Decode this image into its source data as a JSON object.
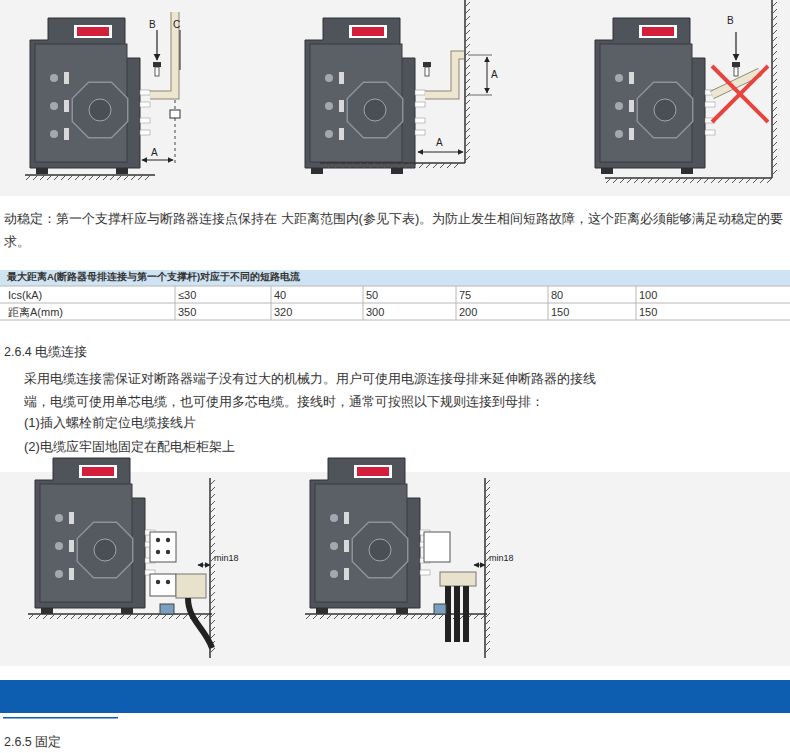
{
  "diagram": {
    "labels": [
      "B",
      "C",
      "A",
      "A",
      "A",
      "B",
      "动稳定：第一个支撑杆应与断路器连接点保持在 大距离范围内(参见下表)。为防止发生相间短路故障，这个距离必须能够满足动稳定的要求。",
      "最大距离A(断路器母排连接与第一个支撑杆)对应于不同的短路电流",
      "Ics(kA)",
      "≤30",
      "40",
      "50",
      "75",
      "80",
      "100",
      "距离A(mm)",
      "350",
      "320",
      "300",
      "200",
      "150",
      "150",
      "2.6.4 电缆连接",
      "采用电缆连接需保证对断路器端子没有过大的机械力。用户可使用电源连接母排来延伸断路器的接线端，电缆可使用单芯电缆，也可使用多芯电缆。接线时，通常可按照以下规则连接到母排：",
      "(1)插入螺栓前定位电缆接线片",
      "(2)电缆应牢固地固定在配电柜柜架上",
      "min18",
      "min18",
      "2.6.5 固定"
    ]
  }
}
